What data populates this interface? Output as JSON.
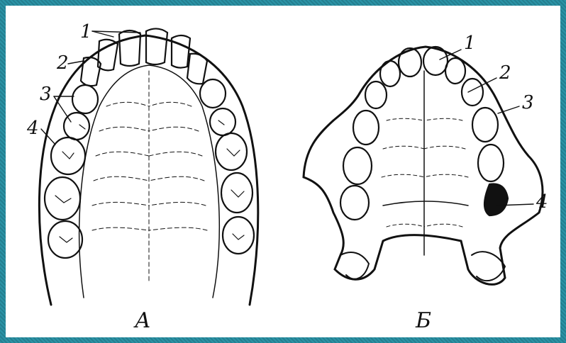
{
  "figure_a": {
    "caption": "А",
    "labels": [
      "1",
      "2",
      "3",
      "4"
    ]
  },
  "figure_b": {
    "caption": "Б",
    "labels": [
      "1",
      "2",
      "3",
      "4"
    ]
  },
  "colors": {
    "frame": "#2a8fa0",
    "ink": "#111111",
    "paper": "#ffffff"
  }
}
